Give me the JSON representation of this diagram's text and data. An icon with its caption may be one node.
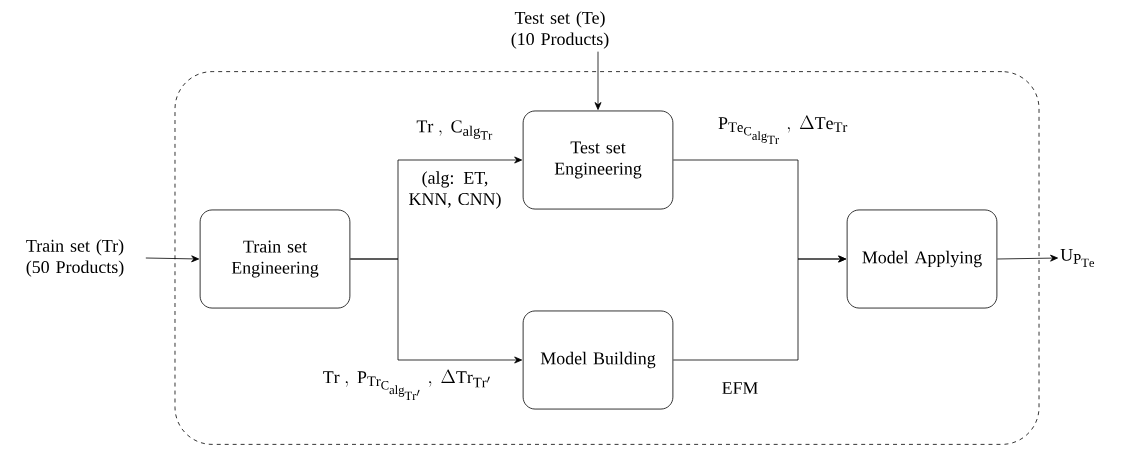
{
  "diagram": {
    "nodes": [
      {
        "text": [
          "Test set (Te) (10 Products)"
        ]
      },
      {
        "text": [],
        "shape": "box"
      },
      {
        "text": [
          "Train set (Tr) (50 Products)"
        ]
      },
      {
        "text": [
          "Train set Engineering"
        ],
        "in": 1
      },
      {
        "text": [
          "Test set Engineering"
        ],
        "in": 1
      },
      {
        "text": [
          "Model Building"
        ],
        "in": 1
      },
      {
        "text": [
          "Model Applying"
        ],
        "in": 1
      },
      {
        "text": [
          "\\mathrm{U}_{\\mathrm{P}_{\\mathrm{Te}}}"
        ]
      }
    ],
    "edges": [
      {
        "from": 0,
        "to": 4,
        "arrow": "to"
      },
      {
        "from": 2,
        "to": 3,
        "arrow": "to"
      },
      {
        "from": 3,
        "to": 4,
        "arrow": "to",
        "label": "\\mathrm{Tr}\\ ,\\ \\mathrm{C}_{\\mathrm{alg}_{\\mathrm{Tr}}}"
      },
      {
        "from": 3,
        "to": 5,
        "arrow": "to",
        "label": "\\mathrm{Tr}\\ ,\\ \\mathrm{P}_{\\mathrm{Tr}_{\\mathrm{C}_{\\mathrm{alg}_{\\mathrm{Tr'}}}}}\\ ,\\ \\Delta\\mathrm{Tr}_{\\mathrm{Tr'}}"
      },
      {
        "from": 4,
        "to": 6,
        "arrow": "to",
        "label": "\\mathrm{P}_{\\mathrm{Te}_{\\mathrm{C}_{\\mathrm{alg}_{\\mathrm{Tr}}}}}\\ ,\\ \\Delta\\mathrm{Te}_{\\mathrm{Tr}}"
      },
      {
        "from": 5,
        "to": 6,
        "arrow": "to",
        "label": "EFM"
      },
      {
        "from": 6,
        "to": 7,
        "arrow": "to"
      }
    ],
    "labels": [
      "(alg: ET, KNN, CNN)"
    ]
  }
}
